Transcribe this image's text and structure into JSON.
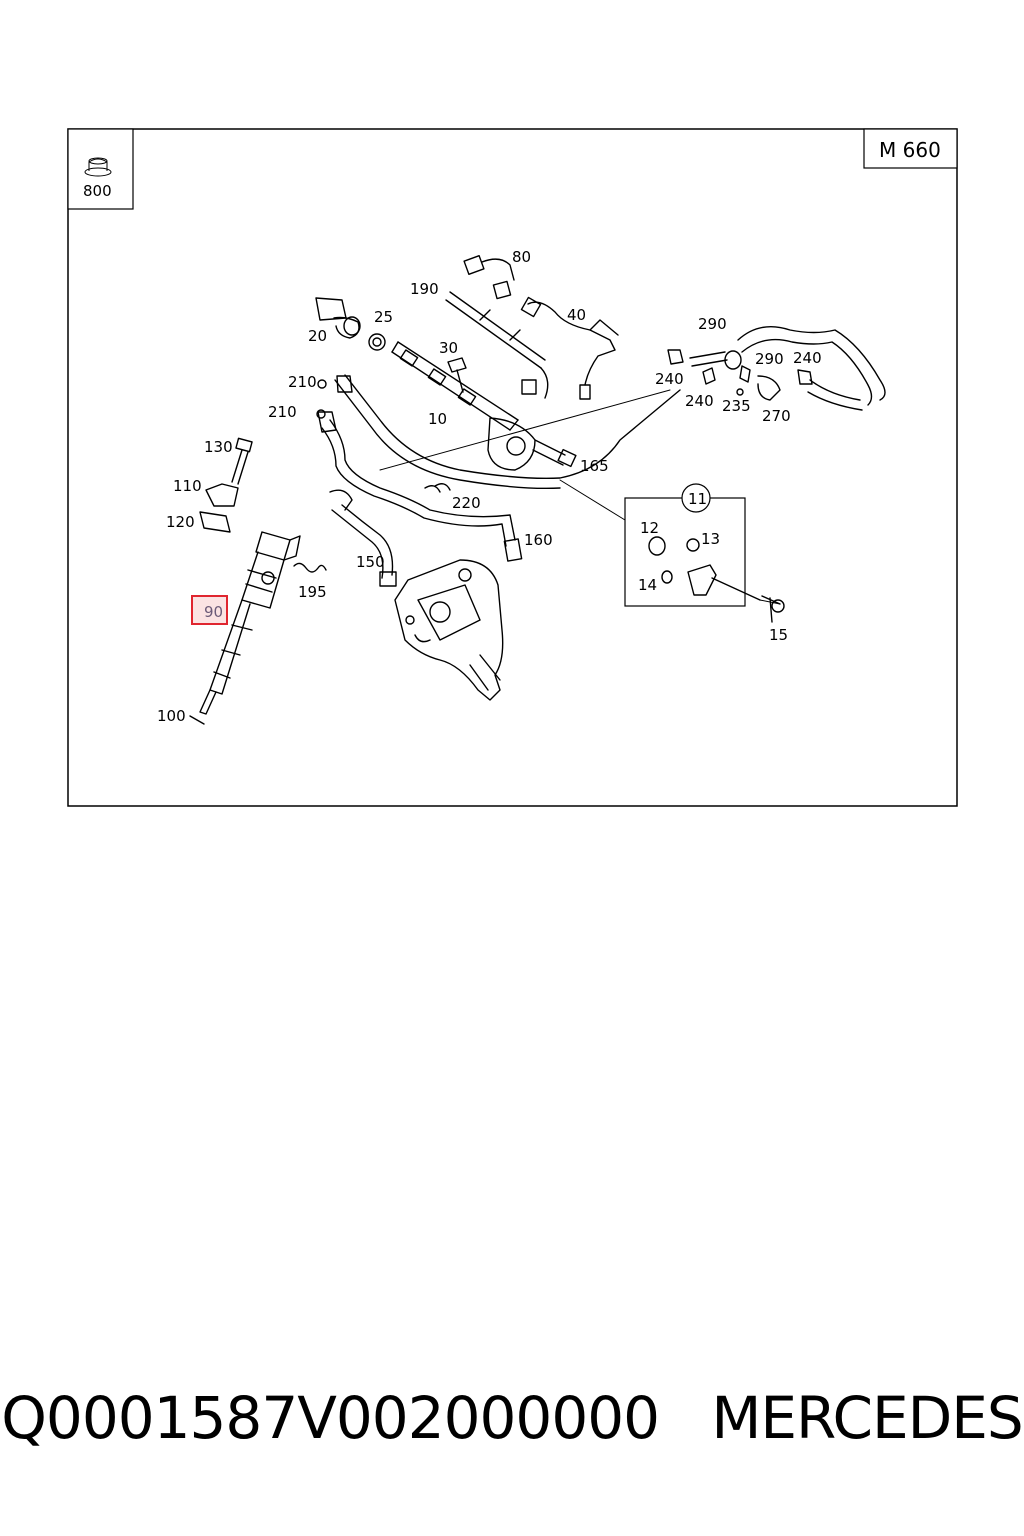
{
  "diagram": {
    "engine_code": "M 660",
    "legend_number": "800",
    "detail_group": "11",
    "highlight_color": "#e0252f",
    "parts": [
      {
        "id": "p80",
        "label": "80"
      },
      {
        "id": "p190",
        "label": "190"
      },
      {
        "id": "p40",
        "label": "40"
      },
      {
        "id": "p25",
        "label": "25"
      },
      {
        "id": "p20",
        "label": "20"
      },
      {
        "id": "p30",
        "label": "30"
      },
      {
        "id": "p290a",
        "label": "290"
      },
      {
        "id": "p290b",
        "label": "290"
      },
      {
        "id": "p240a",
        "label": "240"
      },
      {
        "id": "p240b",
        "label": "240"
      },
      {
        "id": "p240c",
        "label": "240"
      },
      {
        "id": "p235",
        "label": "235"
      },
      {
        "id": "p270",
        "label": "270"
      },
      {
        "id": "p210a",
        "label": "210"
      },
      {
        "id": "p210b",
        "label": "210"
      },
      {
        "id": "p10",
        "label": "10"
      },
      {
        "id": "p165",
        "label": "165"
      },
      {
        "id": "p130",
        "label": "130"
      },
      {
        "id": "p110",
        "label": "110"
      },
      {
        "id": "p120",
        "label": "120"
      },
      {
        "id": "p220",
        "label": "220"
      },
      {
        "id": "p160",
        "label": "160"
      },
      {
        "id": "p150",
        "label": "150"
      },
      {
        "id": "p195",
        "label": "195"
      },
      {
        "id": "p90",
        "label": "90"
      },
      {
        "id": "p100",
        "label": "100"
      },
      {
        "id": "p12",
        "label": "12"
      },
      {
        "id": "p13",
        "label": "13"
      },
      {
        "id": "p14",
        "label": "14"
      },
      {
        "id": "p15",
        "label": "15"
      }
    ]
  },
  "caption": {
    "part_number": "Q0001587V002000000",
    "brand": "MERCEDES"
  }
}
